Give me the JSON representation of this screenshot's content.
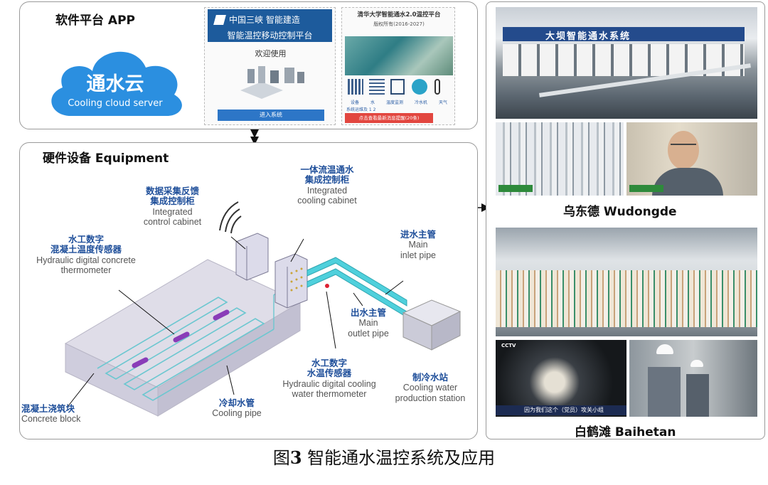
{
  "software": {
    "title": "软件平台 APP",
    "cloud": {
      "cn": "通水云",
      "en": "Cooling cloud server"
    },
    "phone1": {
      "brand": "中国三峡 智能建造",
      "subtitle": "智能温控移动控制平台",
      "welcome": "欢迎使用",
      "button": "进入系统"
    },
    "phone2": {
      "title": "清华大学智能通水2.0温控平台",
      "copyright": "版权所有(2016-2027)",
      "icons": [
        "设备",
        "水",
        "温度监测",
        "冷水机",
        "天气"
      ],
      "link": "系统运维及 1 2",
      "alert": "点击查看最新消息提醒(20条)"
    }
  },
  "hardware": {
    "title": "硬件设备 Equipment",
    "labels": {
      "integrated_cabinet": {
        "cn1": "一体流温通水",
        "cn2": "集成控制柜",
        "en1": "Integrated",
        "en2": "cooling cabinet"
      },
      "control_cabinet": {
        "cn1": "数据采集反馈",
        "cn2": "集成控制柜",
        "en1": "Integrated",
        "en2": "control cabinet"
      },
      "concrete_thermometer": {
        "cn1": "水工数字",
        "cn2": "混凝土温度传感器",
        "en1": "Hydraulic digital concrete",
        "en2": "thermometer"
      },
      "inlet_pipe": {
        "cn1": "进水主管",
        "en1": "Main",
        "en2": "inlet pipe"
      },
      "outlet_pipe": {
        "cn1": "出水主管",
        "en1": "Main",
        "en2": "outlet pipe"
      },
      "water_thermometer": {
        "cn1": "水工数字",
        "cn2": "水温传感器",
        "en1": "Hydraulic digital cooling",
        "en2": "water thermometer"
      },
      "cooling_station": {
        "cn1": "制冷水站",
        "en1": "Cooling water",
        "en2": "production station"
      },
      "concrete_block": {
        "cn1": "混凝土浇筑块",
        "en1": "Concrete block"
      },
      "cooling_pipe": {
        "cn1": "冷却水管",
        "en1": "Cooling pipe"
      }
    }
  },
  "applications": {
    "photo1_sign": "大坝智能通水系统",
    "site1": "乌东德 Wudongde",
    "site2": "白鹤滩 Baihetan",
    "tv_logo": "CCTV",
    "tv_caption": "因为我们这个（党员）攻关小组"
  },
  "caption": {
    "prefix": "图",
    "number": "3",
    "text": " 智能通水温控系统及应用"
  },
  "colors": {
    "accent": "#1f4f9a",
    "pipe": "#4fd0dc",
    "cloud": "#2b8fe0"
  }
}
